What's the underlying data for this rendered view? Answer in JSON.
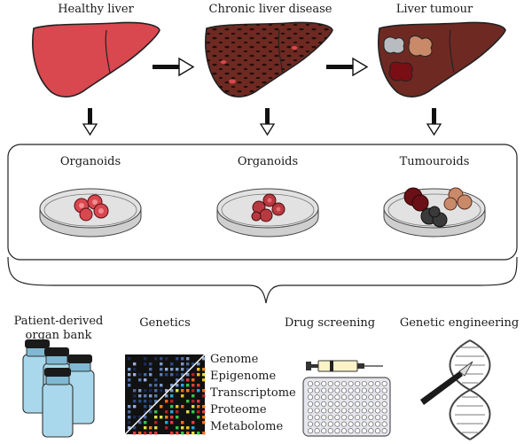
{
  "stages": [
    {
      "label": "Healthy liver",
      "color": "#d9474f"
    },
    {
      "label": "Chronic liver disease",
      "color": "#6e2a22"
    },
    {
      "label": "Liver tumour",
      "color": "#6e2a22"
    }
  ],
  "cultures": [
    {
      "label": "Organoids"
    },
    {
      "label": "Organoids"
    },
    {
      "label": "Tumouroids"
    }
  ],
  "applications": {
    "bank": {
      "label_line1": "Patient-derived",
      "label_line2": "organ bank"
    },
    "genetics": {
      "label": "Genetics"
    },
    "omics": [
      "Genome",
      "Epigenome",
      "Transcriptome",
      "Proteome",
      "Metabolome"
    ],
    "drug": {
      "label": "Drug screening"
    },
    "engineering": {
      "label": "Genetic engineering"
    }
  },
  "colors": {
    "healthy": "#d9474f",
    "diseased": "#6e2a22",
    "dish": "#d4d4d4",
    "vial": "#a9d8ec",
    "plate": "#e6e6ee"
  }
}
